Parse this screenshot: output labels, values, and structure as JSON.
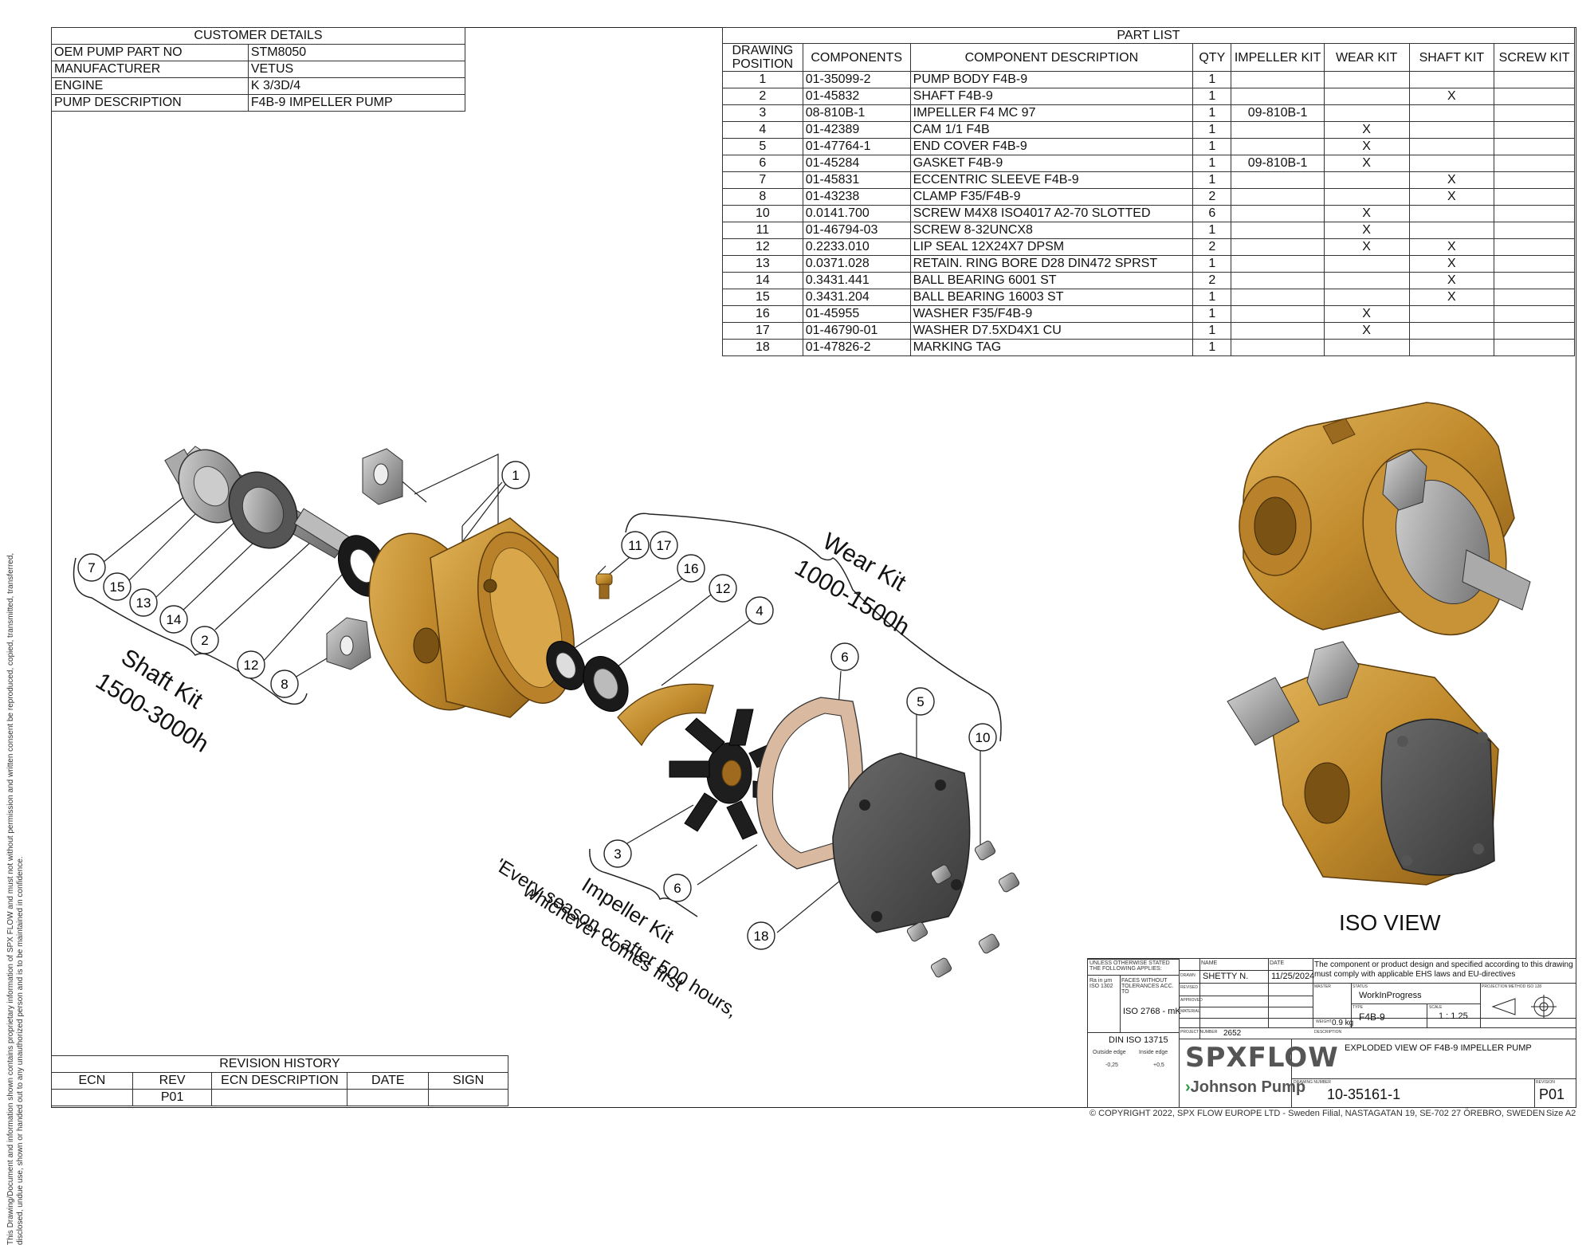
{
  "customer": {
    "title": "CUSTOMER DETAILS",
    "rows": [
      {
        "label": "OEM PUMP PART NO",
        "value": "STM8050"
      },
      {
        "label": "MANUFACTURER",
        "value": "VETUS"
      },
      {
        "label": "ENGINE",
        "value": "K 3/3D/4"
      },
      {
        "label": "PUMP DESCRIPTION",
        "value": "F4B-9 IMPELLER PUMP"
      }
    ]
  },
  "parts": {
    "title": "PART LIST",
    "headers": [
      "DRAWING POSITION",
      "COMPONENTS",
      "COMPONENT DESCRIPTION",
      "QTY",
      "IMPELLER KIT",
      "WEAR KIT",
      "SHAFT KIT",
      "SCREW KIT"
    ],
    "rows": [
      [
        "1",
        "01-35099-2",
        "PUMP BODY F4B-9",
        "1",
        "",
        "",
        "",
        ""
      ],
      [
        "2",
        "01-45832",
        "SHAFT F4B-9",
        "1",
        "",
        "",
        "X",
        ""
      ],
      [
        "3",
        "08-810B-1",
        "IMPELLER F4 MC 97",
        "1",
        "09-810B-1",
        "",
        "",
        ""
      ],
      [
        "4",
        "01-42389",
        "CAM 1/1 F4B",
        "1",
        "",
        "X",
        "",
        ""
      ],
      [
        "5",
        "01-47764-1",
        "END COVER F4B-9",
        "1",
        "",
        "X",
        "",
        ""
      ],
      [
        "6",
        "01-45284",
        "GASKET F4B-9",
        "1",
        "09-810B-1",
        "X",
        "",
        ""
      ],
      [
        "7",
        "01-45831",
        "ECCENTRIC SLEEVE F4B-9",
        "1",
        "",
        "",
        "X",
        ""
      ],
      [
        "8",
        "01-43238",
        "CLAMP F35/F4B-9",
        "2",
        "",
        "",
        "X",
        ""
      ],
      [
        "10",
        "0.0141.700",
        "SCREW M4X8 ISO4017 A2-70 SLOTTED",
        "6",
        "",
        "X",
        "",
        ""
      ],
      [
        "11",
        "01-46794-03",
        "SCREW 8-32UNCX8",
        "1",
        "",
        "X",
        "",
        ""
      ],
      [
        "12",
        "0.2233.010",
        "LIP SEAL 12X24X7 DPSM",
        "2",
        "",
        "X",
        "X",
        ""
      ],
      [
        "13",
        "0.0371.028",
        "RETAIN. RING BORE D28 DIN472 SPRST",
        "1",
        "",
        "",
        "X",
        ""
      ],
      [
        "14",
        "0.3431.441",
        "BALL BEARING 6001 ST",
        "2",
        "",
        "",
        "X",
        ""
      ],
      [
        "15",
        "0.3431.204",
        "BALL BEARING 16003 ST",
        "1",
        "",
        "",
        "X",
        ""
      ],
      [
        "16",
        "01-45955",
        "WASHER F35/F4B-9",
        "1",
        "",
        "X",
        "",
        ""
      ],
      [
        "17",
        "01-46790-01",
        "WASHER D7.5XD4X1 CU",
        "1",
        "",
        "X",
        "",
        ""
      ],
      [
        "18",
        "01-47826-2",
        "MARKING TAG",
        "1",
        "",
        "",
        "",
        ""
      ]
    ]
  },
  "revision": {
    "title": "REVISION HISTORY",
    "headers": [
      "ECN",
      "REV",
      "ECN DESCRIPTION",
      "DATE",
      "SIGN"
    ],
    "rows": [
      [
        "",
        "P01",
        "",
        "",
        ""
      ]
    ]
  },
  "drawing": {
    "balloons": [
      "1",
      "2",
      "3",
      "4",
      "5",
      "6",
      "6",
      "7",
      "8",
      "10",
      "11",
      "12",
      "12",
      "13",
      "14",
      "15",
      "16",
      "17",
      "18"
    ],
    "shaft_kit": {
      "line1": "Shaft Kit",
      "line2": "1500-3000h"
    },
    "wear_kit": {
      "line1": "Wear Kit",
      "line2": "1000-1500h"
    },
    "impeller_kit": {
      "line1": "Impeller Kit",
      "line2": "'Every season or after 500 hours,",
      "line3": "whichever comes first"
    },
    "iso_view": "ISO VIEW",
    "colors": {
      "bronze": "#c08a2c",
      "rubber": "#1e1e1e",
      "steel": "#9a9a9a",
      "gasket": "#d9b9a0"
    }
  },
  "side_note": "This Drawing/Document and information shown contains proprietary information of SPX FLOW and must not without permission and written consent be reproduced, copied, transmitted, transferred, disclosed, undue use, shown or handed out to any unauthorized person and is to be maintained in confidence.",
  "title_block": {
    "unless": "UNLESS OTHERWISE STATED THE FOLLOWING APPLIES:",
    "ra": "Ra in μm ISO 1302",
    "faces": "FACES WITHOUT TOLERANCES ACC. TO",
    "iso2768": "ISO 2768 - mK",
    "din": "DIN ISO 13715",
    "outside_edge": "Outside edge",
    "inside_edge": "Inside edge",
    "outside_val": "-0,25",
    "inside_val": "+0,5",
    "name_label": "NAME",
    "date_label": "DATE",
    "drawn_label": "DRAWN",
    "revised_label": "REVISED",
    "approved_label": "APPROVED",
    "material_label": "MATERIAL",
    "weight_label": "WEIGHT",
    "project_label": "PROJECT NUMBER",
    "drawn_name": "SHETTY N.",
    "drawn_date": "11/25/2024",
    "weight": "0.9 kg",
    "project": "2652",
    "compliance": "The component or product design and specified according to this drawing must comply with applicable EHS laws and EU-directives",
    "master_label": "MASTER",
    "status_label": "STATUS",
    "status": "WorkInProgress",
    "projection_label": "PROJECTION METHOD ISO 128",
    "type_label": "TYPE",
    "type": "F4B-9",
    "scale_label": "SCALE",
    "scale": "1 : 1.25",
    "description_label": "DESCRIPTION",
    "description": "EXPLODED VIEW OF F4B-9 IMPELLER PUMP",
    "drawing_number_label": "DRAWING NUMBER",
    "drawing_number": "10-35161-1",
    "revision_label": "REVISION",
    "revision": "P01",
    "logo_top": "SPXFLOW",
    "logo_bottom": "Johnson Pump",
    "logo_chevron": "›"
  },
  "copyright": "© COPYRIGHT 2022, SPX FLOW EUROPE LTD - Sweden Filial, NASTAGATAN 19, SE-702 27 ÖREBRO, SWEDEN",
  "size": "Size  A2"
}
